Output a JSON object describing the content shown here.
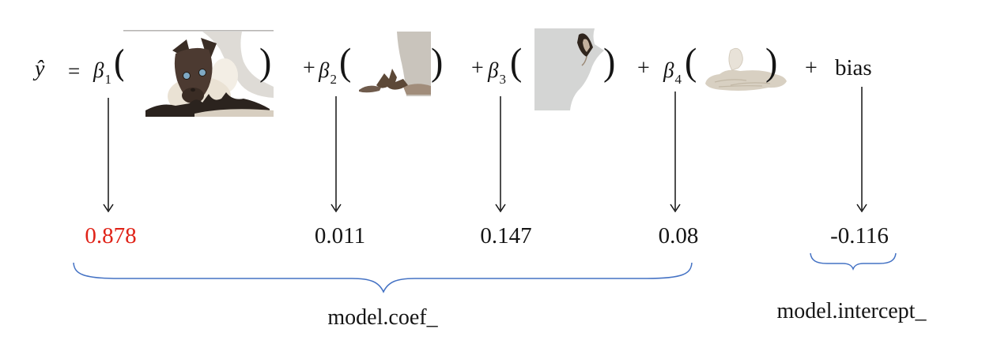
{
  "colors": {
    "highlight_red": "#e02318",
    "brace_blue": "#4472c4",
    "text_black": "#151515"
  },
  "equation": {
    "lhs": "ŷ",
    "equals_sign": "=",
    "plus_sign": "+",
    "bias_label": "bias",
    "terms": [
      {
        "beta": "β",
        "index": "1",
        "open_paren": "(",
        "close_paren": ")",
        "image": "cat-face-and-body-segment"
      },
      {
        "beta": "β",
        "index": "2",
        "open_paren": "(",
        "close_paren": ")",
        "image": "fur-wisp-segment"
      },
      {
        "beta": "β",
        "index": "3",
        "open_paren": "(",
        "close_paren": ")",
        "image": "cat-ear-segment"
      },
      {
        "beta": "β",
        "index": "4",
        "open_paren": "(",
        "close_paren": ")",
        "image": "fluffy-paw-segment"
      }
    ]
  },
  "coefficients": [
    {
      "value": "0.878",
      "highlighted": true
    },
    {
      "value": "0.011",
      "highlighted": false
    },
    {
      "value": "0.147",
      "highlighted": false
    },
    {
      "value": "0.08",
      "highlighted": false
    }
  ],
  "intercept": {
    "value": "-0.116"
  },
  "annotations": {
    "coef_label": "model.coef_",
    "intercept_label": "model.intercept_"
  }
}
